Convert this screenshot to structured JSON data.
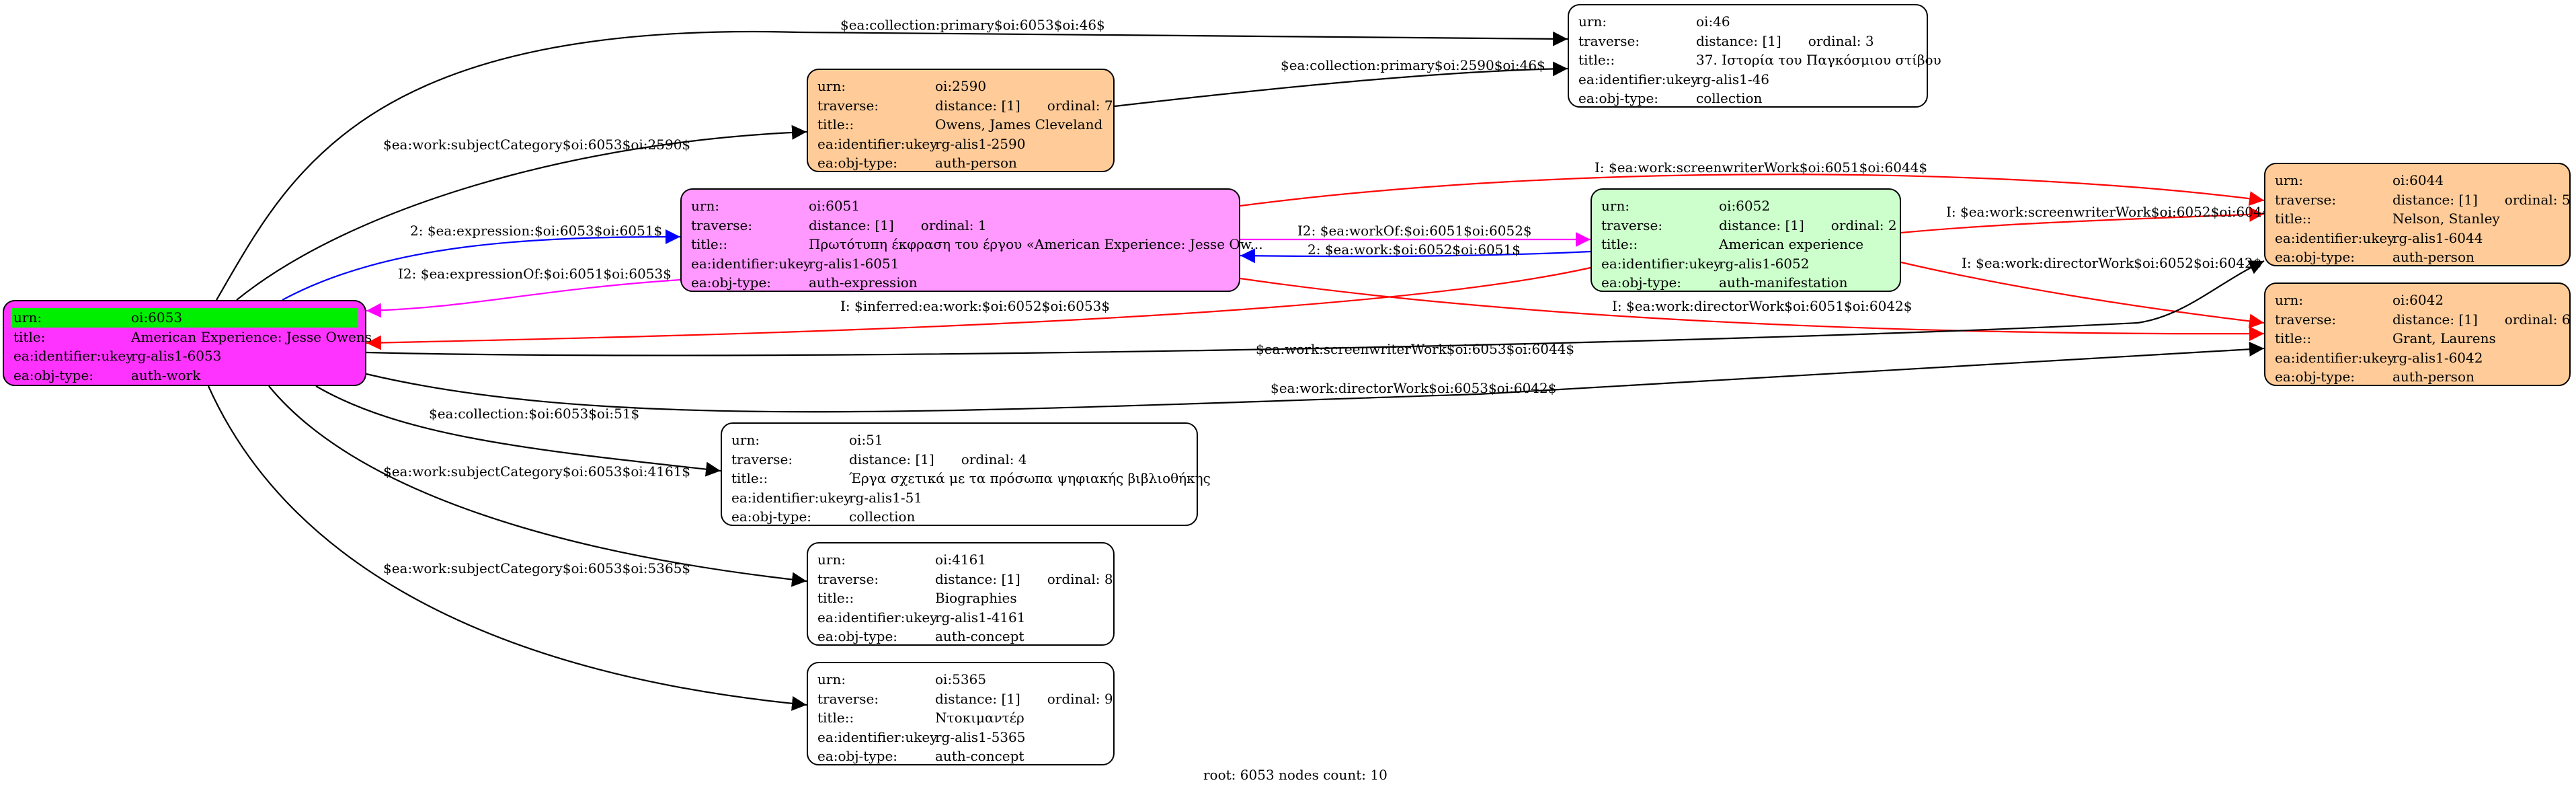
{
  "nodes": {
    "n6053": {
      "urn": "oi:6053",
      "title": "American Experience: Jesse Owens",
      "ukey": "rg-alis1-6053",
      "objtype": "auth-work",
      "color": "#ff33ff"
    },
    "n46": {
      "urn": "oi:46",
      "traverse": "distance: [1]",
      "ordinal": "ordinal: 3",
      "title": "37. Ιστορία του Παγκόσμιου στίβου",
      "ukey": "rg-alis1-46",
      "objtype": "collection",
      "color": "#ffffff"
    },
    "n2590": {
      "urn": "oi:2590",
      "traverse": "distance: [1]",
      "ordinal": "ordinal: 7",
      "title": "Owens, James Cleveland",
      "ukey": "rg-alis1-2590",
      "objtype": "auth-person",
      "color": "#ffcc99"
    },
    "n6051": {
      "urn": "oi:6051",
      "traverse": "distance: [1]",
      "ordinal": "ordinal: 1",
      "title": "Πρωτότυπη έκφραση του έργου «American Experience: Jesse Ow...",
      "ukey": "rg-alis1-6051",
      "objtype": "auth-expression",
      "color": "#ff99ff"
    },
    "n6052": {
      "urn": "oi:6052",
      "traverse": "distance: [1]",
      "ordinal": "ordinal: 2",
      "title": "American experience",
      "ukey": "rg-alis1-6052",
      "objtype": "auth-manifestation",
      "color": "#ccffcc"
    },
    "n6044": {
      "urn": "oi:6044",
      "traverse": "distance: [1]",
      "ordinal": "ordinal: 5",
      "title": "Nelson, Stanley",
      "ukey": "rg-alis1-6044",
      "objtype": "auth-person",
      "color": "#ffcc99"
    },
    "n6042": {
      "urn": "oi:6042",
      "traverse": "distance: [1]",
      "ordinal": "ordinal: 6",
      "title": "Grant, Laurens",
      "ukey": "rg-alis1-6042",
      "objtype": "auth-person",
      "color": "#ffcc99"
    },
    "n51": {
      "urn": "oi:51",
      "traverse": "distance: [1]",
      "ordinal": "ordinal: 4",
      "title": "Έργα σχετικά με τα πρόσωπα ψηφιακής βιβλιοθήκης",
      "ukey": "rg-alis1-51",
      "objtype": "collection",
      "color": "#ffffff"
    },
    "n4161": {
      "urn": "oi:4161",
      "traverse": "distance: [1]",
      "ordinal": "ordinal: 8",
      "title": "Biographies",
      "ukey": "rg-alis1-4161",
      "objtype": "auth-concept",
      "color": "#ffffff"
    },
    "n5365": {
      "urn": "oi:5365",
      "traverse": "distance: [1]",
      "ordinal": "ordinal: 9",
      "title": "Ντοκιμαντέρ",
      "ukey": "rg-alis1-5365",
      "objtype": "auth-concept",
      "color": "#ffffff"
    }
  },
  "keys": {
    "urn": "urn:",
    "traverse": "traverse:",
    "title": "title::",
    "title_root": "title:",
    "ukey": "ea:identifier:ukey",
    "objtype": "ea:obj-type:"
  },
  "edges": {
    "e1": {
      "label": "$ea:collection:primary$oi:6053$oi:46$",
      "color": "#000000"
    },
    "e2": {
      "label": "$ea:work:subjectCategory$oi:6053$oi:2590$",
      "color": "#000000"
    },
    "e3": {
      "label": "$ea:collection:primary$oi:2590$oi:46$",
      "color": "#000000"
    },
    "e4": {
      "label": "2: $ea:expression:$oi:6053$oi:6051$",
      "color": "#0000ff"
    },
    "e5": {
      "label": "I2: $ea:expressionOf:$oi:6051$oi:6053$",
      "color": "#ff00ff"
    },
    "e6": {
      "label": "I: $ea:work:screenwriterWork$oi:6051$oi:6044$",
      "color": "#ff0000"
    },
    "e7": {
      "label": "I2: $ea:workOf:$oi:6051$oi:6052$",
      "color": "#ff00ff"
    },
    "e8": {
      "label": "2: $ea:work:$oi:6052$oi:6051$",
      "color": "#0000ff"
    },
    "e9": {
      "label": "I: $ea:work:screenwriterWork$oi:6052$oi:6044$",
      "color": "#ff0000"
    },
    "e10": {
      "label": "I: $ea:work:directorWork$oi:6052$oi:6042$",
      "color": "#ff0000"
    },
    "e11": {
      "label": "I: $inferred:ea:work:$oi:6052$oi:6053$",
      "color": "#ff0000"
    },
    "e12": {
      "label": "I: $ea:work:directorWork$oi:6051$oi:6042$",
      "color": "#ff0000"
    },
    "e13": {
      "label": "$ea:work:screenwriterWork$oi:6053$oi:6044$",
      "color": "#000000"
    },
    "e14": {
      "label": "$ea:work:directorWork$oi:6053$oi:6042$",
      "color": "#000000"
    },
    "e15": {
      "label": "$ea:collection:$oi:6053$oi:51$",
      "color": "#000000"
    },
    "e16": {
      "label": "$ea:work:subjectCategory$oi:6053$oi:4161$",
      "color": "#000000"
    },
    "e17": {
      "label": "$ea:work:subjectCategory$oi:6053$oi:5365$",
      "color": "#000000"
    }
  },
  "root_highlight": "#00ee00",
  "caption": "root: 6053 nodes count: 10"
}
